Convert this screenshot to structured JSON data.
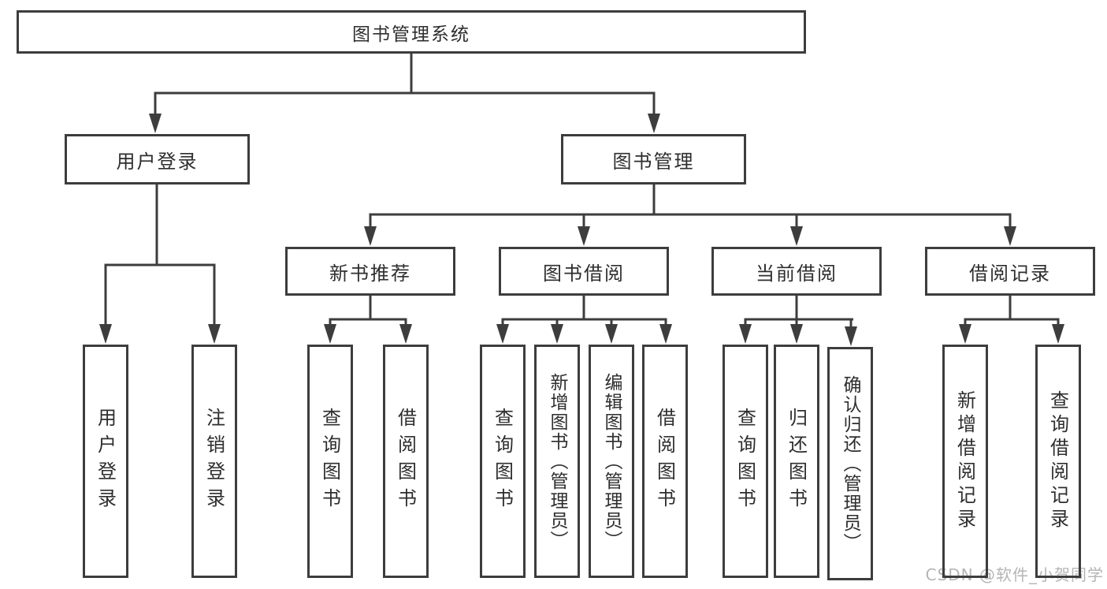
{
  "tree": {
    "root": {
      "label": "图书管理系统"
    },
    "branches": [
      {
        "label": "用户登录",
        "leaves": [
          "用户登录",
          "注销登录"
        ]
      },
      {
        "label": "图书管理",
        "groups": [
          {
            "label": "新书推荐",
            "leaves": [
              "查询图书",
              "借阅图书"
            ]
          },
          {
            "label": "图书借阅",
            "leaves": [
              "查询图书",
              "新增图书（管理员）",
              "编辑图书（管理员）",
              "借阅图书"
            ]
          },
          {
            "label": "当前借阅",
            "leaves": [
              "查询图书",
              "归还图书",
              "确认归还（管理员）"
            ]
          },
          {
            "label": "借阅记录",
            "leaves": [
              "新增借阅记录",
              "查询借阅记录"
            ]
          }
        ]
      }
    ]
  },
  "watermark": "CSDN @软件_小贺同学",
  "colors": {
    "line": "#3d3d3d",
    "text": "#2e2e2e",
    "watermark": "#b5b5b5",
    "background": "#ffffff"
  }
}
